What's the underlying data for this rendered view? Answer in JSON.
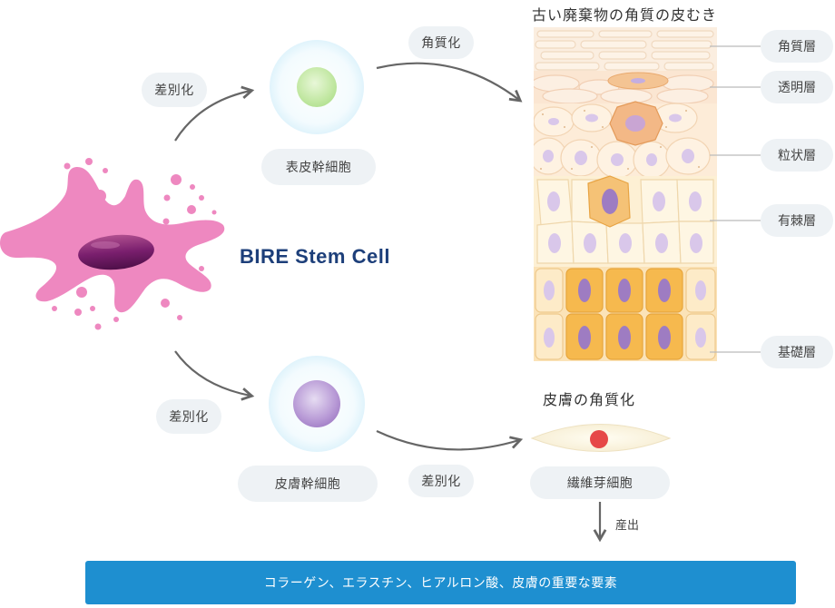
{
  "diagram": {
    "brand": "BIRE Stem Cell",
    "differentiation_label": "差別化",
    "keratinization_label": "角質化",
    "epidermal_stem_cell": "表皮幹細胞",
    "dermal_stem_cell": "皮膚幹細胞",
    "skin_title": "古い廃棄物の角質の皮むき",
    "layers": [
      "角質層",
      "透明層",
      "粒状層",
      "有棘層",
      "基礎層"
    ],
    "dermis_title": "皮膚の角質化",
    "fibroblast": "繊維芽細胞",
    "production_label": "産出",
    "banner": "コラーゲン、エラスチン、ヒアルロン酸、皮膚の重要な要素"
  },
  "colors": {
    "stem_cell": "#ee88c0",
    "stem_nucleus": "#7a1f6e",
    "banner": "#1e8fd0",
    "brand": "#1d3f7a",
    "epidermal_nucleus": "#a9d98a",
    "dermal_nucleus": "#9e7bbf",
    "fibroblast_nucleus": "#e64848"
  }
}
